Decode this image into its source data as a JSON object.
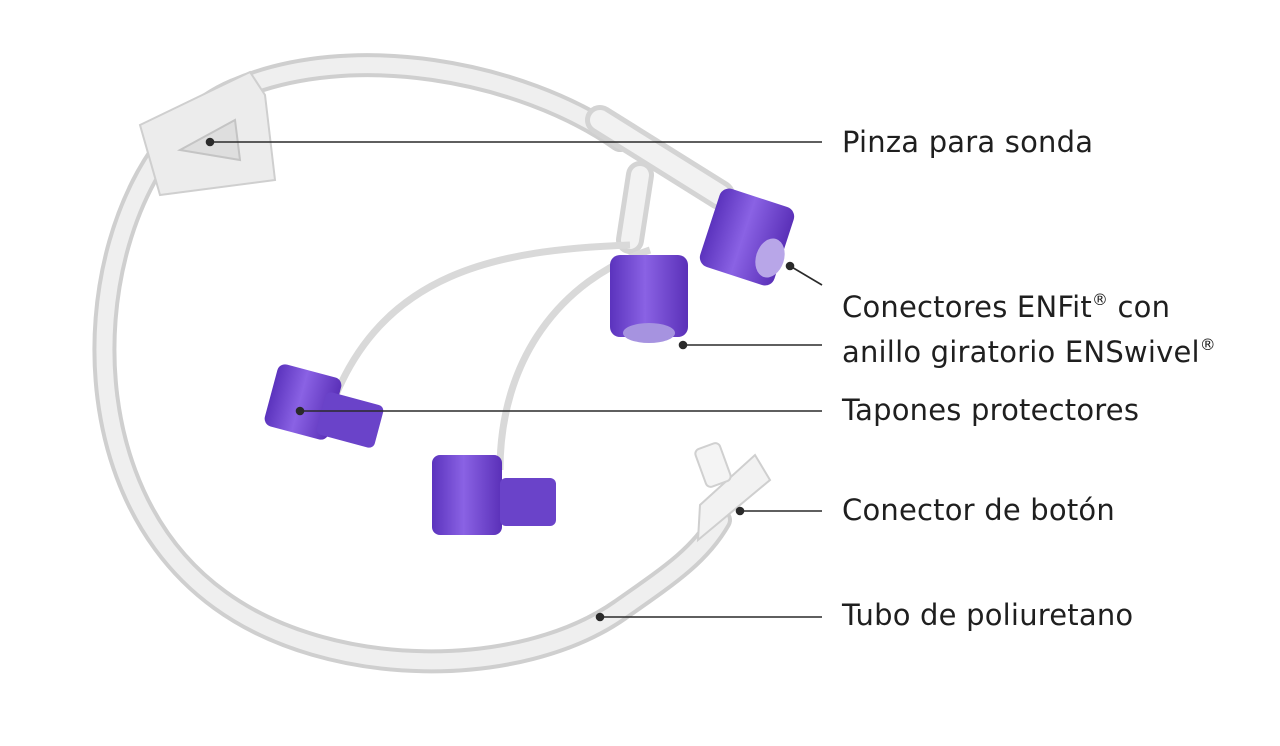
{
  "labels": {
    "clamp": "Pinza para sonda",
    "enfit_line1_a": "Conectores ENFit",
    "enfit_line1_b": " con",
    "enfit_line2_a": "anillo giratorio ENSwivel",
    "registered": "®",
    "caps": "Tapones protectores",
    "button_connector": "Conector de botón",
    "tube": "Tubo de poliuretano"
  },
  "colors": {
    "tube": "#e4e4e4",
    "tube_edge": "#c9c9c9",
    "connector_purple": "#7b4fd6",
    "connector_dark": "#5a30b8",
    "leader_line": "#2a2a2a",
    "text": "#1f1f1f"
  }
}
